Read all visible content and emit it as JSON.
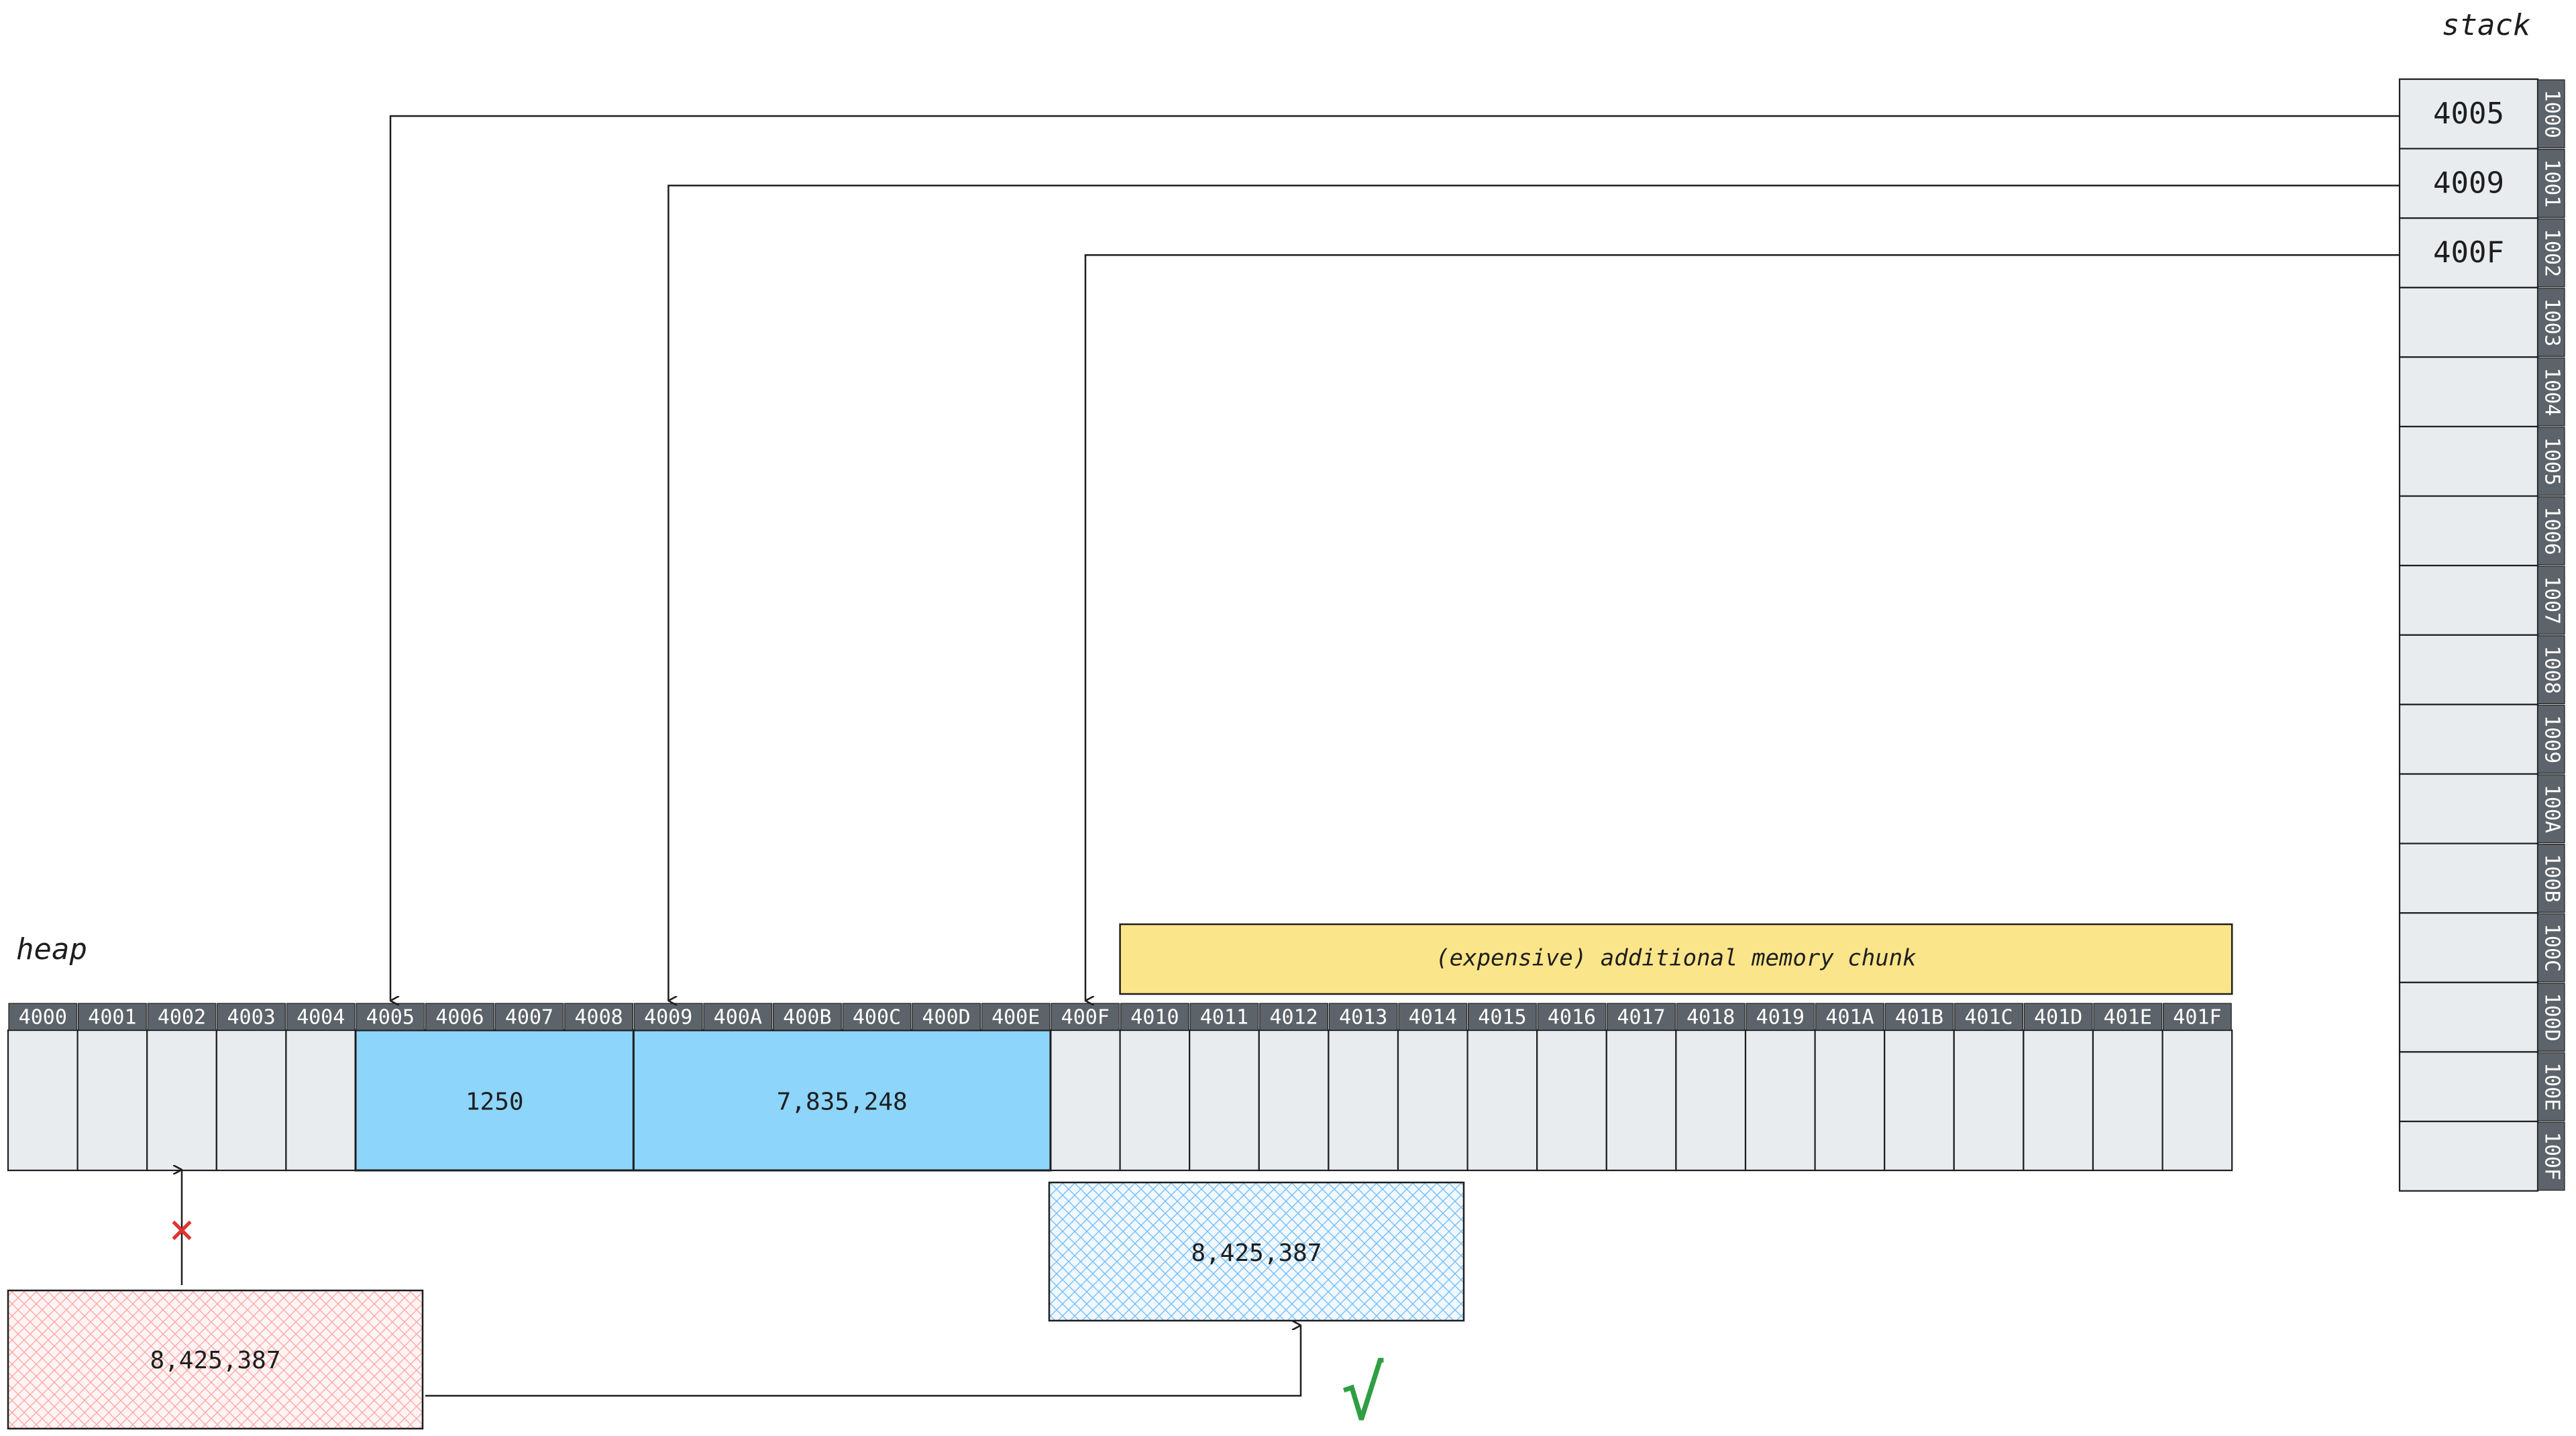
{
  "heap": {
    "title": "heap",
    "addresses": [
      "4000",
      "4001",
      "4002",
      "4003",
      "4004",
      "4005",
      "4006",
      "4007",
      "4008",
      "4009",
      "400A",
      "400B",
      "400C",
      "400D",
      "400E",
      "400F",
      "4010",
      "4011",
      "4012",
      "4013",
      "4014",
      "4015",
      "4016",
      "4017",
      "4018",
      "4019",
      "401A",
      "401B",
      "401C",
      "401D",
      "401E",
      "401F"
    ],
    "blocks": [
      {
        "start": 5,
        "end": 8,
        "value": "1250"
      },
      {
        "start": 9,
        "end": 14,
        "value": "7,835,248"
      }
    ],
    "extra_chunk_label": "(expensive) additional memory chunk",
    "extra_chunk_start": 16,
    "extra_chunk_end": 31
  },
  "stack": {
    "title": "stack",
    "addresses": [
      "1000",
      "1001",
      "1002",
      "1003",
      "1004",
      "1005",
      "1006",
      "1007",
      "1008",
      "1009",
      "100A",
      "100B",
      "100C",
      "100D",
      "100E",
      "100F"
    ],
    "values": [
      "4005",
      "4009",
      "400F",
      "",
      "",
      "",
      "",
      "",
      "",
      "",
      "",
      "",
      "",
      "",
      "",
      ""
    ]
  },
  "new_value": {
    "rejected_value": "8,425,387",
    "accepted_value": "8,425,387",
    "rejected_mark": "×",
    "accepted_mark": "√"
  },
  "colors": {
    "cell_fill": "#e9ecef",
    "cell_stroke": "#1e1e1e",
    "label_fill": "#5c636a",
    "label_text": "#ffffff",
    "block_fill": "#8dd5fb",
    "chunk_fill": "#fbe58a",
    "rejected_fill": "#ffc9c9",
    "accepted_fill": "#a5d8ff",
    "cross": "#e03131",
    "check": "#2f9e44"
  }
}
